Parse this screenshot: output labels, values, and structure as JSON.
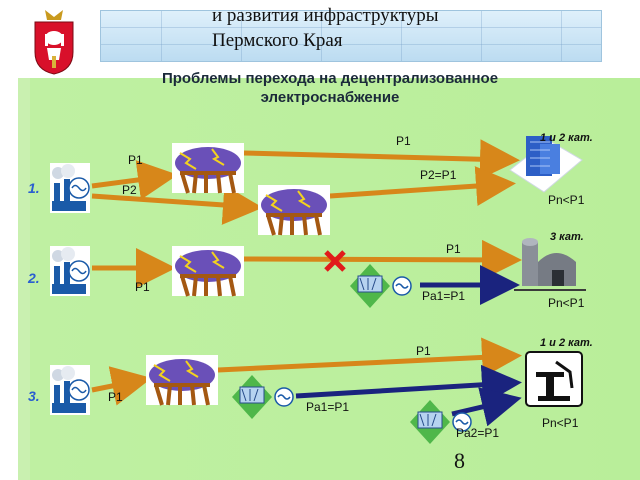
{
  "header": {
    "org_line1": "и развития инфраструктуры",
    "org_line2": "Пермского Края"
  },
  "title": {
    "line1": "Проблемы перехода на децентрализованное",
    "line2": "электроснабжение"
  },
  "scenarios": [
    {
      "number": "1.",
      "category": "1 и 2 кат.",
      "labels": {
        "p1_left": "P1",
        "p2_left": "P2",
        "p1_top": "P1",
        "p2_eq": "P2=P1",
        "pn": "Pn<P1"
      }
    },
    {
      "number": "2.",
      "category": "3 кат.",
      "labels": {
        "p1_left": "P1",
        "p1_top": "P1",
        "pa1": "Pa1=P1",
        "pn": "Pn<P1"
      }
    },
    {
      "number": "3.",
      "category": "1 и 2 кат.",
      "labels": {
        "p1_left": "P1",
        "p1_top": "P1",
        "pa1": "Pa1=P1",
        "pa2": "Pa2=P1",
        "pn": "Pn<P1"
      }
    }
  ],
  "page_number": "8",
  "colors": {
    "orange_line": "#d7871a",
    "navy_line": "#1a237e",
    "red_cross": "#e11b1b",
    "background": "#bdf0a0",
    "number_blue": "#2a5fd0"
  },
  "icons": [
    "coat-of-arms-icon",
    "power-plant-icon",
    "cooling-tower-icon",
    "generator-icon",
    "office-building-icon",
    "farm-icon",
    "factory-icon"
  ]
}
